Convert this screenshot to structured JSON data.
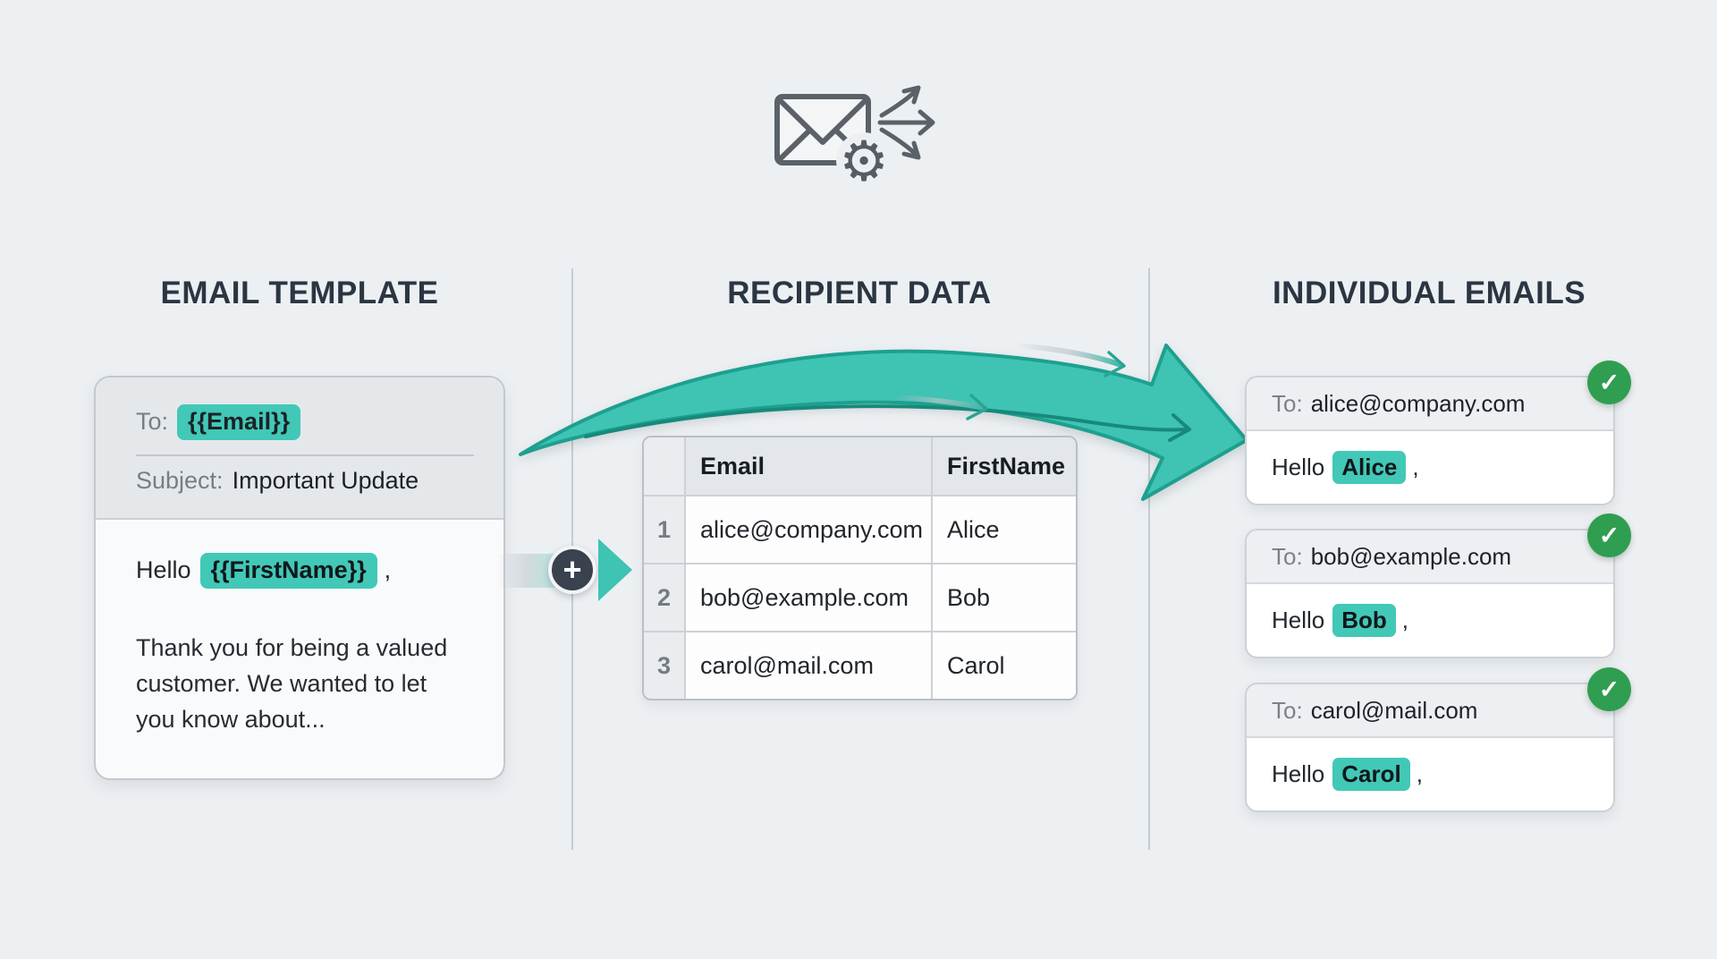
{
  "sections": {
    "template": {
      "heading": "EMAIL TEMPLATE"
    },
    "recipients": {
      "heading": "RECIPIENT DATA"
    },
    "individual": {
      "heading": "INDIVIDUAL EMAILS"
    }
  },
  "template_card": {
    "to_label": "To:",
    "email_placeholder": "{{Email}}",
    "subject_label": "Subject:",
    "subject_value": "Important Update",
    "greeting_prefix": "Hello",
    "name_placeholder": "{{FirstName}}",
    "greeting_suffix": ",",
    "body_line1": "Thank you for being a valued",
    "body_line2": "customer. We wanted to let",
    "body_line3": "you know about..."
  },
  "recipient_table": {
    "columns": {
      "email": "Email",
      "first_name": "FirstName"
    },
    "rows": [
      {
        "num": "1",
        "email": "alice@company.com",
        "first_name": "Alice"
      },
      {
        "num": "2",
        "email": "bob@example.com",
        "first_name": "Bob"
      },
      {
        "num": "3",
        "email": "carol@mail.com",
        "first_name": "Carol"
      }
    ]
  },
  "individual_emails": [
    {
      "to_label": "To:",
      "to_value": "alice@company.com",
      "greeting_prefix": "Hello",
      "name": "Alice",
      "greeting_suffix": ","
    },
    {
      "to_label": "To:",
      "to_value": "bob@example.com",
      "greeting_prefix": "Hello",
      "name": "Bob",
      "greeting_suffix": ","
    },
    {
      "to_label": "To:",
      "to_value": "carol@mail.com",
      "greeting_prefix": "Hello",
      "name": "Carol",
      "greeting_suffix": ","
    }
  ],
  "connector": {
    "plus_symbol": "+"
  },
  "badges": {
    "check_symbol": "✓"
  },
  "icons": {
    "merge": "envelope-gear-fanout-icon",
    "gear_glyph": "⚙"
  },
  "colors": {
    "background": "#EDF0F3",
    "accent_teal": "#3FC3B2",
    "accent_teal_dark": "#1DA08F",
    "highlight_teal": "#42C8B7",
    "success_green": "#2F9E50",
    "heading_dark": "#2B3642",
    "muted_gray": "#757E87",
    "plus_circle_dark": "#39424E"
  }
}
